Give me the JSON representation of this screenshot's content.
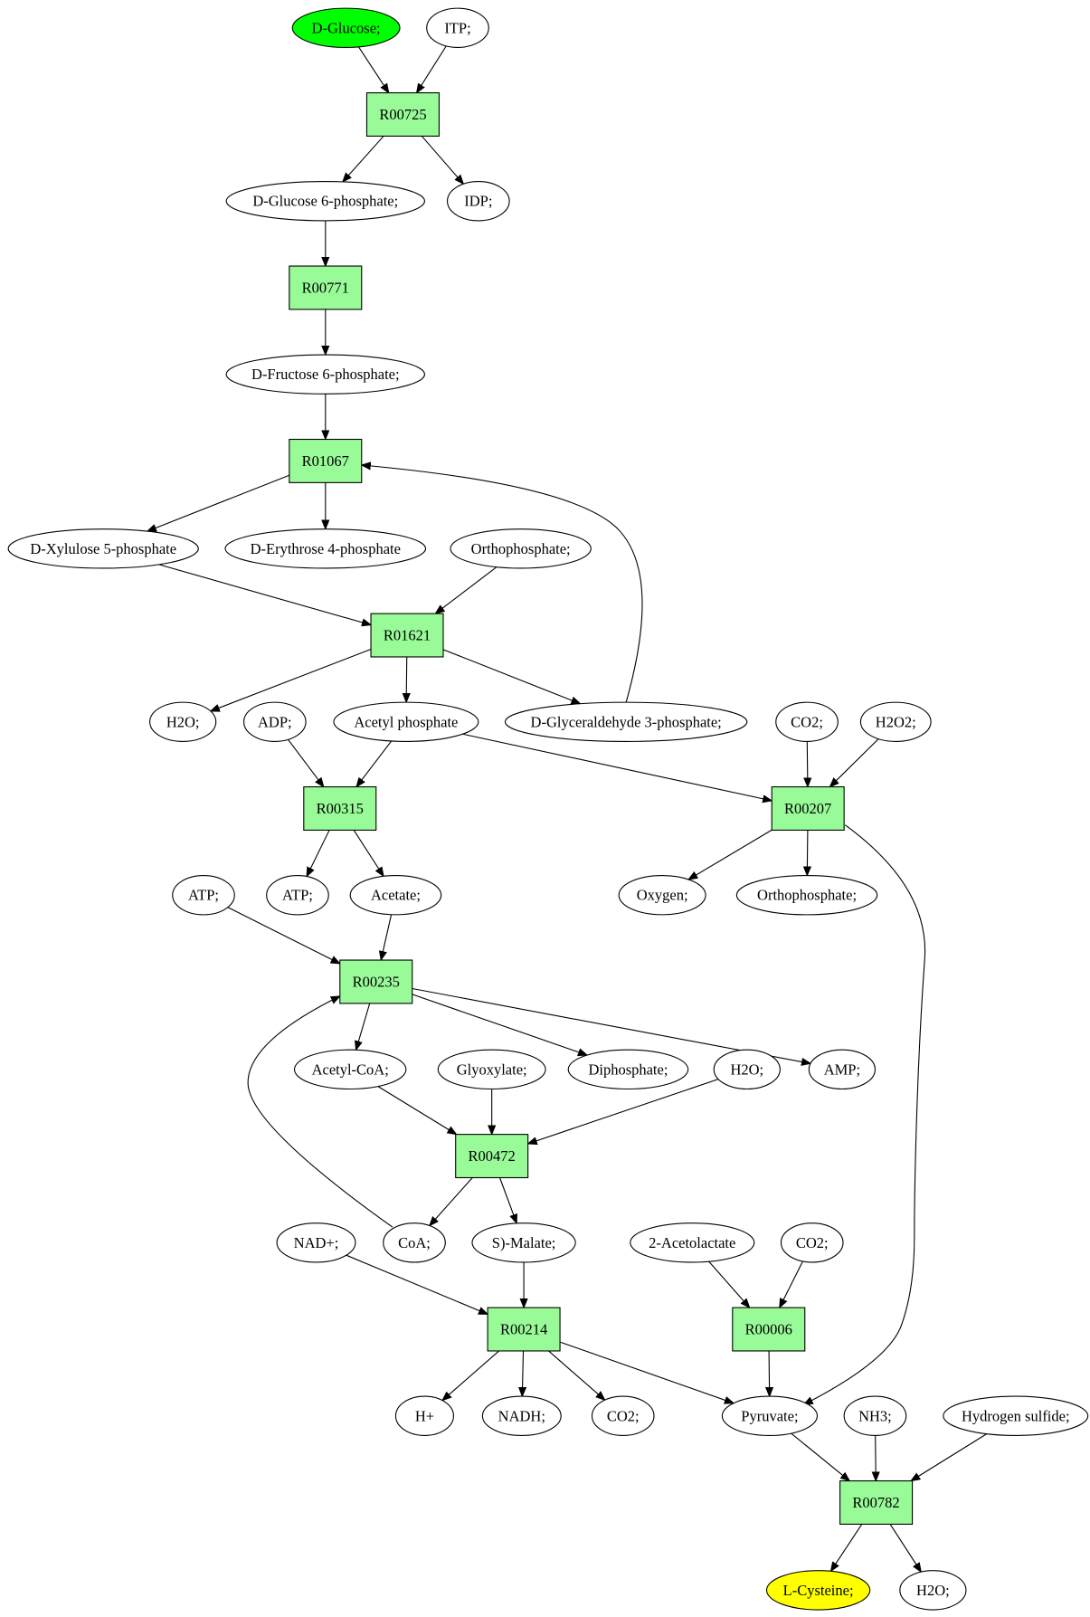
{
  "colors": {
    "reaction_fill": "#98fb98",
    "compound_fill": "#ffffff",
    "start_fill": "#00ff00",
    "target_fill": "#ffff00",
    "stroke": "#000000"
  },
  "compounds": {
    "c_dglucose": "D-Glucose;",
    "c_itp": "ITP;",
    "c_g6p": "D-Glucose 6-phosphate;",
    "c_idp": "IDP;",
    "c_f6p": "D-Fructose 6-phosphate;",
    "c_xyl5p": "D-Xylulose 5-phosphate",
    "c_ery4p": "D-Erythrose 4-phosphate",
    "c_pi1": "Orthophosphate;",
    "c_h2o1": "H2O;",
    "c_adp": "ADP;",
    "c_acp": "Acetyl phosphate",
    "c_gap": "D-Glyceraldehyde 3-phosphate;",
    "c_co2a": "CO2;",
    "c_h2o2": "H2O2;",
    "c_atp1": "ATP;",
    "c_atp2": "ATP;",
    "c_acetate": "Acetate;",
    "c_oxygen": "Oxygen;",
    "c_pi2": "Orthophosphate;",
    "c_acoa": "Acetyl-CoA;",
    "c_glyox": "Glyoxylate;",
    "c_ppi": "Diphosphate;",
    "c_h2o3": "H2O;",
    "c_amp": "AMP;",
    "c_nad": "NAD+;",
    "c_coa": "CoA;",
    "c_malate": "S)-Malate;",
    "c_acl": "2-Acetolactate",
    "c_co2b": "CO2;",
    "c_hplus": "H+",
    "c_nadh": "NADH;",
    "c_co2c": "CO2;",
    "c_pyr": "Pyruvate;",
    "c_nh3": "NH3;",
    "c_h2s": "Hydrogen sulfide;",
    "c_cys": "L-Cysteine;",
    "c_h2o4": "H2O;"
  },
  "reactions": {
    "r_R00725": "R00725",
    "r_R00771": "R00771",
    "r_R01067": "R01067",
    "r_R01621": "R01621",
    "r_R00315": "R00315",
    "r_R00207": "R00207",
    "r_R00235": "R00235",
    "r_R00472": "R00472",
    "r_R00214": "R00214",
    "r_R00006": "R00006",
    "r_R00782": "R00782"
  },
  "highlights": {
    "start": "c_dglucose",
    "target": "c_cys"
  },
  "edges": [
    [
      "c_dglucose",
      "r_R00725"
    ],
    [
      "c_itp",
      "r_R00725"
    ],
    [
      "r_R00725",
      "c_g6p"
    ],
    [
      "r_R00725",
      "c_idp"
    ],
    [
      "c_g6p",
      "r_R00771"
    ],
    [
      "r_R00771",
      "c_f6p"
    ],
    [
      "c_f6p",
      "r_R01067"
    ],
    [
      "r_R01067",
      "c_xyl5p"
    ],
    [
      "r_R01067",
      "c_ery4p"
    ],
    [
      "c_gap",
      "r_R01067"
    ],
    [
      "c_xyl5p",
      "r_R01621"
    ],
    [
      "c_pi1",
      "r_R01621"
    ],
    [
      "r_R01621",
      "c_h2o1"
    ],
    [
      "r_R01621",
      "c_acp"
    ],
    [
      "r_R01621",
      "c_gap"
    ],
    [
      "c_adp",
      "r_R00315"
    ],
    [
      "c_acp",
      "r_R00315"
    ],
    [
      "c_acp",
      "r_R00207"
    ],
    [
      "c_co2a",
      "r_R00207"
    ],
    [
      "c_h2o2",
      "r_R00207"
    ],
    [
      "r_R00315",
      "c_atp2"
    ],
    [
      "r_R00315",
      "c_acetate"
    ],
    [
      "r_R00207",
      "c_oxygen"
    ],
    [
      "r_R00207",
      "c_pi2"
    ],
    [
      "r_R00207",
      "c_pyr"
    ],
    [
      "c_atp1",
      "r_R00235"
    ],
    [
      "c_acetate",
      "r_R00235"
    ],
    [
      "c_coa",
      "r_R00235"
    ],
    [
      "r_R00235",
      "c_acoa"
    ],
    [
      "r_R00235",
      "c_ppi"
    ],
    [
      "r_R00235",
      "c_amp"
    ],
    [
      "c_acoa",
      "r_R00472"
    ],
    [
      "c_glyox",
      "r_R00472"
    ],
    [
      "c_h2o3",
      "r_R00472"
    ],
    [
      "r_R00472",
      "c_coa"
    ],
    [
      "r_R00472",
      "c_malate"
    ],
    [
      "c_nad",
      "r_R00214"
    ],
    [
      "c_malate",
      "r_R00214"
    ],
    [
      "c_acl",
      "r_R00006"
    ],
    [
      "c_co2b",
      "r_R00006"
    ],
    [
      "r_R00214",
      "c_hplus"
    ],
    [
      "r_R00214",
      "c_nadh"
    ],
    [
      "r_R00214",
      "c_co2c"
    ],
    [
      "r_R00214",
      "c_pyr"
    ],
    [
      "r_R00006",
      "c_pyr"
    ],
    [
      "c_pyr",
      "r_R00782"
    ],
    [
      "c_nh3",
      "r_R00782"
    ],
    [
      "c_h2s",
      "r_R00782"
    ],
    [
      "r_R00782",
      "c_cys"
    ],
    [
      "r_R00782",
      "c_h2o4"
    ]
  ]
}
